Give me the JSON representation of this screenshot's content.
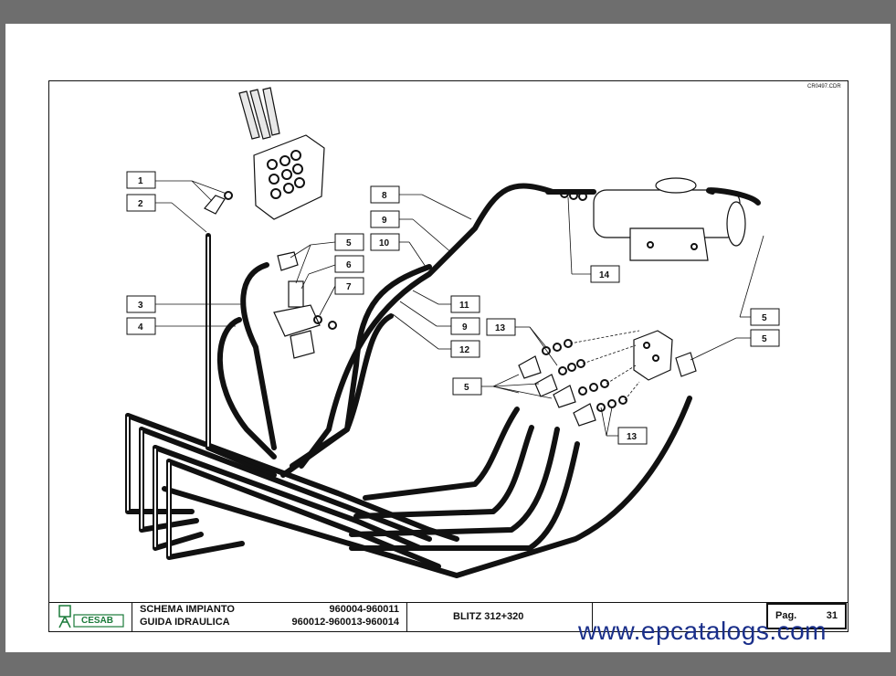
{
  "drawing_code": "CR0497.CDR",
  "callouts": [
    "1",
    "2",
    "3",
    "4",
    "5",
    "6",
    "7",
    "8",
    "9",
    "10",
    "11",
    "9",
    "12",
    "13",
    "14",
    "5",
    "5",
    "5",
    "13"
  ],
  "title_block": {
    "logo_text": "CESAB",
    "title_line1": "SCHEMA IMPIANTO",
    "title_line2": "GUIDA IDRAULICA",
    "serial_line1": "960004-960011",
    "serial_line2": "960012-960013-960014",
    "model": "BLITZ 312+320",
    "page_label": "Pag.",
    "page_number": "31"
  },
  "watermark": "www.epcatalogs.com",
  "colors": {
    "background": "#6e6e6e",
    "sheet": "#ffffff",
    "ink": "#111111",
    "watermark": "#1a2f8a"
  }
}
